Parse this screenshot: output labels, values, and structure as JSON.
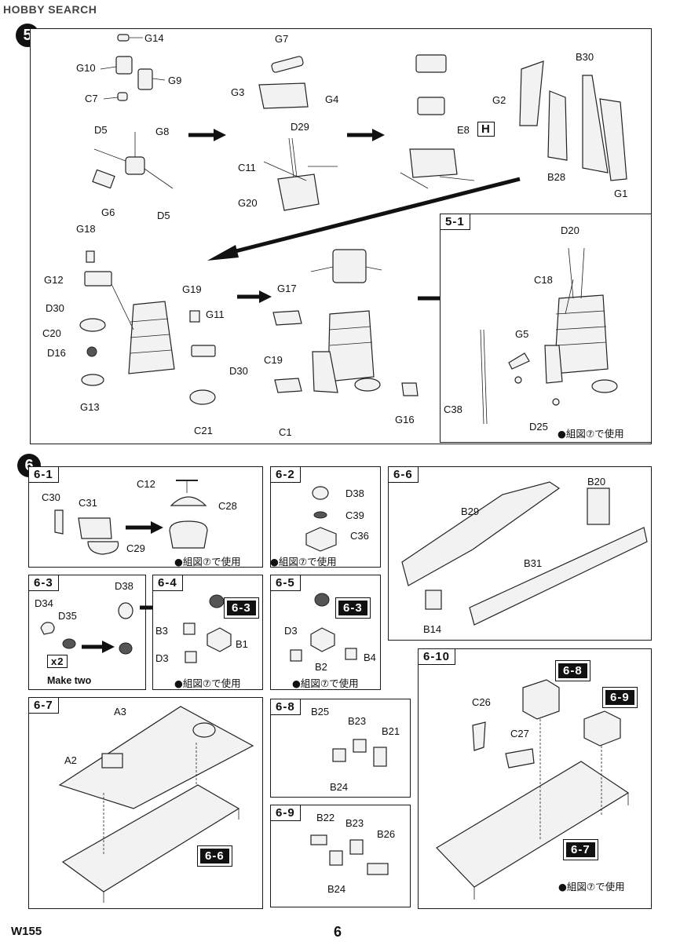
{
  "watermark": "HOBBY SEARCH",
  "footer": {
    "model_code": "W155",
    "page_number": "6"
  },
  "step5": {
    "number": "5",
    "labels": [
      "G14",
      "G10",
      "G9",
      "C7",
      "G7",
      "G3",
      "G4",
      "D5",
      "G8",
      "D29",
      "C11",
      "G20",
      "E8",
      "G2",
      "B30",
      "B28",
      "G1",
      "G6",
      "D5",
      "G18",
      "G12",
      "D30",
      "C20",
      "D16",
      "G13",
      "G19",
      "G11",
      "D30",
      "C21",
      "G17",
      "C19",
      "C1",
      "G16"
    ],
    "badge_h": "H",
    "sub_5_1": {
      "title": "5-1",
      "labels": [
        "D20",
        "C18",
        "G5",
        "C38",
        "D25"
      ],
      "note": "●組図⑦で使用"
    }
  },
  "step6": {
    "number": "6",
    "sub_6_1": {
      "title": "6-1",
      "labels": [
        "C12",
        "C30",
        "C31",
        "C28",
        "C29"
      ],
      "note": "●組図⑦で使用"
    },
    "sub_6_2": {
      "title": "6-2",
      "labels": [
        "D38",
        "C39",
        "C36"
      ],
      "note": "●組図⑦で使用"
    },
    "sub_6_6": {
      "title": "6-6",
      "labels": [
        "B20",
        "B29",
        "B31",
        "B14"
      ]
    },
    "sub_6_3": {
      "title": "6-3",
      "labels": [
        "D38",
        "D34",
        "D35"
      ],
      "multiplier": "x2",
      "make_text": "Make two"
    },
    "sub_6_4": {
      "title": "6-4",
      "ref": "6-3",
      "labels": [
        "B3",
        "B1",
        "D3"
      ],
      "note": "●組図⑦で使用"
    },
    "sub_6_5": {
      "title": "6-5",
      "ref": "6-3",
      "labels": [
        "D3",
        "B2",
        "B4"
      ],
      "note": "●組図⑦で使用"
    },
    "sub_6_7": {
      "title": "6-7",
      "ref": "6-6",
      "labels": [
        "A3",
        "A2"
      ]
    },
    "sub_6_8": {
      "title": "6-8",
      "labels": [
        "B25",
        "B23",
        "B21",
        "B24"
      ]
    },
    "sub_6_9": {
      "title": "6-9",
      "labels": [
        "B22",
        "B23",
        "B26",
        "B24"
      ]
    },
    "sub_6_10": {
      "title": "6-10",
      "refs": [
        "6-8",
        "6-9",
        "6-7"
      ],
      "labels": [
        "C26",
        "C27"
      ],
      "note": "●組図⑦で使用"
    }
  }
}
